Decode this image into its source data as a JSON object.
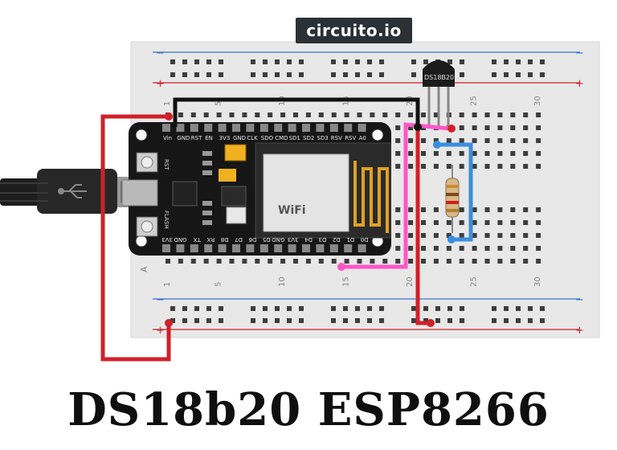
{
  "brand": {
    "logo_text": "circuito.io"
  },
  "title": "DS18b20 ESP8266",
  "breadboard": {
    "row_labels": [
      "A"
    ],
    "column_numbers": [
      "1",
      "5",
      "10",
      "15",
      "20",
      "25",
      "30"
    ],
    "rail_plus": "+",
    "rail_minus": "−"
  },
  "board": {
    "top_pins": [
      "Vin",
      "GND",
      "RST",
      "EN",
      "3V3",
      "GND",
      "CLK",
      "SDO",
      "CMD",
      "SD1",
      "SD2",
      "SD3",
      "RSV",
      "RSV",
      "A0"
    ],
    "bottom_pins": [
      "3V3",
      "GND",
      "TX",
      "RX",
      "D8",
      "D7",
      "D6",
      "D5",
      "GND",
      "3V3",
      "D4",
      "D3",
      "D2",
      "D1",
      "D0"
    ],
    "button_labels": [
      "RST",
      "FLASH"
    ],
    "chip_label": "WiFi"
  },
  "sensor": {
    "label": "DS18B20"
  },
  "colors": {
    "red_wire": "#d0202a",
    "black_wire": "#111111",
    "pink_wire": "#ff55c8",
    "blue_wire": "#3a8ee0",
    "breadboard": "#e9e9e9",
    "board": "#161616"
  }
}
